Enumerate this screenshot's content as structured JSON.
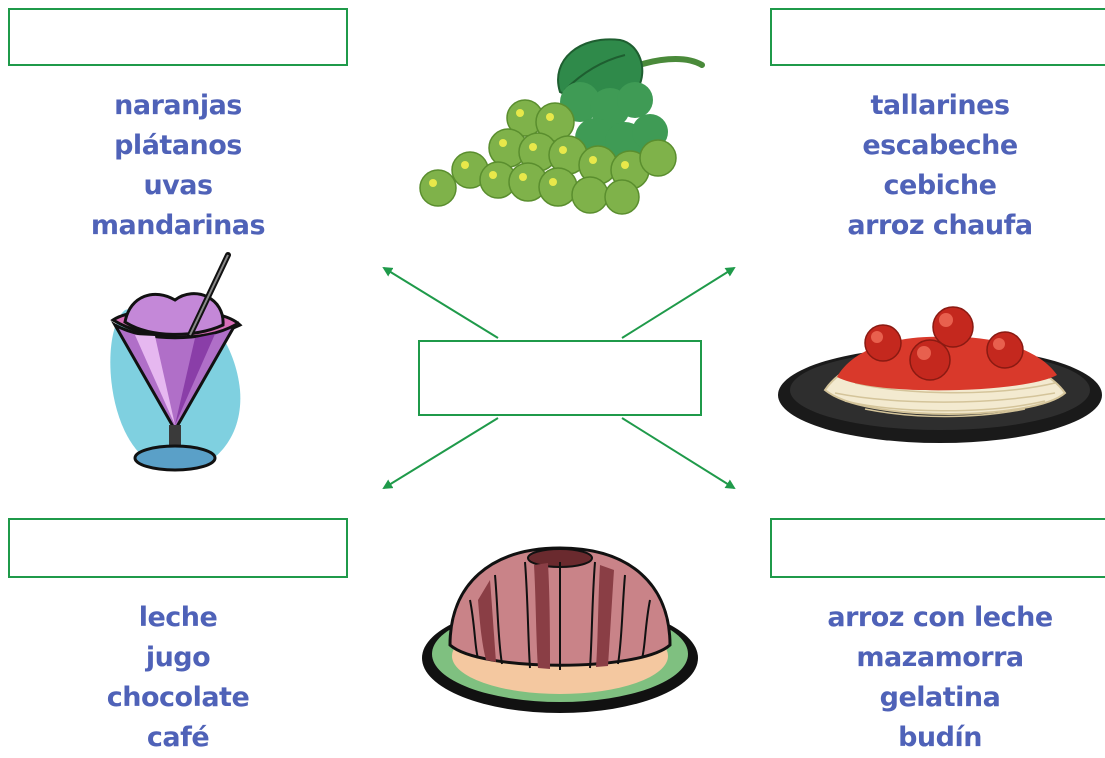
{
  "groups": [
    {
      "id": "fruits",
      "items": [
        "naranjas",
        "plátanos",
        "uvas",
        "mandarinas"
      ]
    },
    {
      "id": "dishes",
      "items": [
        "tallarines",
        "escabeche",
        "cebiche",
        "arroz chaufa"
      ]
    },
    {
      "id": "drinks",
      "items": [
        "leche",
        "jugo",
        "chocolate",
        "café"
      ]
    },
    {
      "id": "desserts",
      "items": [
        "arroz con leche",
        "mazamorra",
        "gelatina",
        "budín"
      ]
    }
  ],
  "answer_boxes": {
    "top_left": "",
    "top_right": "",
    "bottom_left": "",
    "bottom_right": "",
    "center": ""
  },
  "illustrations": [
    "grapes-illustration",
    "ice-cream-sundae-illustration",
    "spaghetti-illustration",
    "gelatin-mold-illustration"
  ],
  "colors": {
    "box_border": "#1f9a4a",
    "arrow": "#1f9a4a",
    "text": "#4f62b8"
  }
}
